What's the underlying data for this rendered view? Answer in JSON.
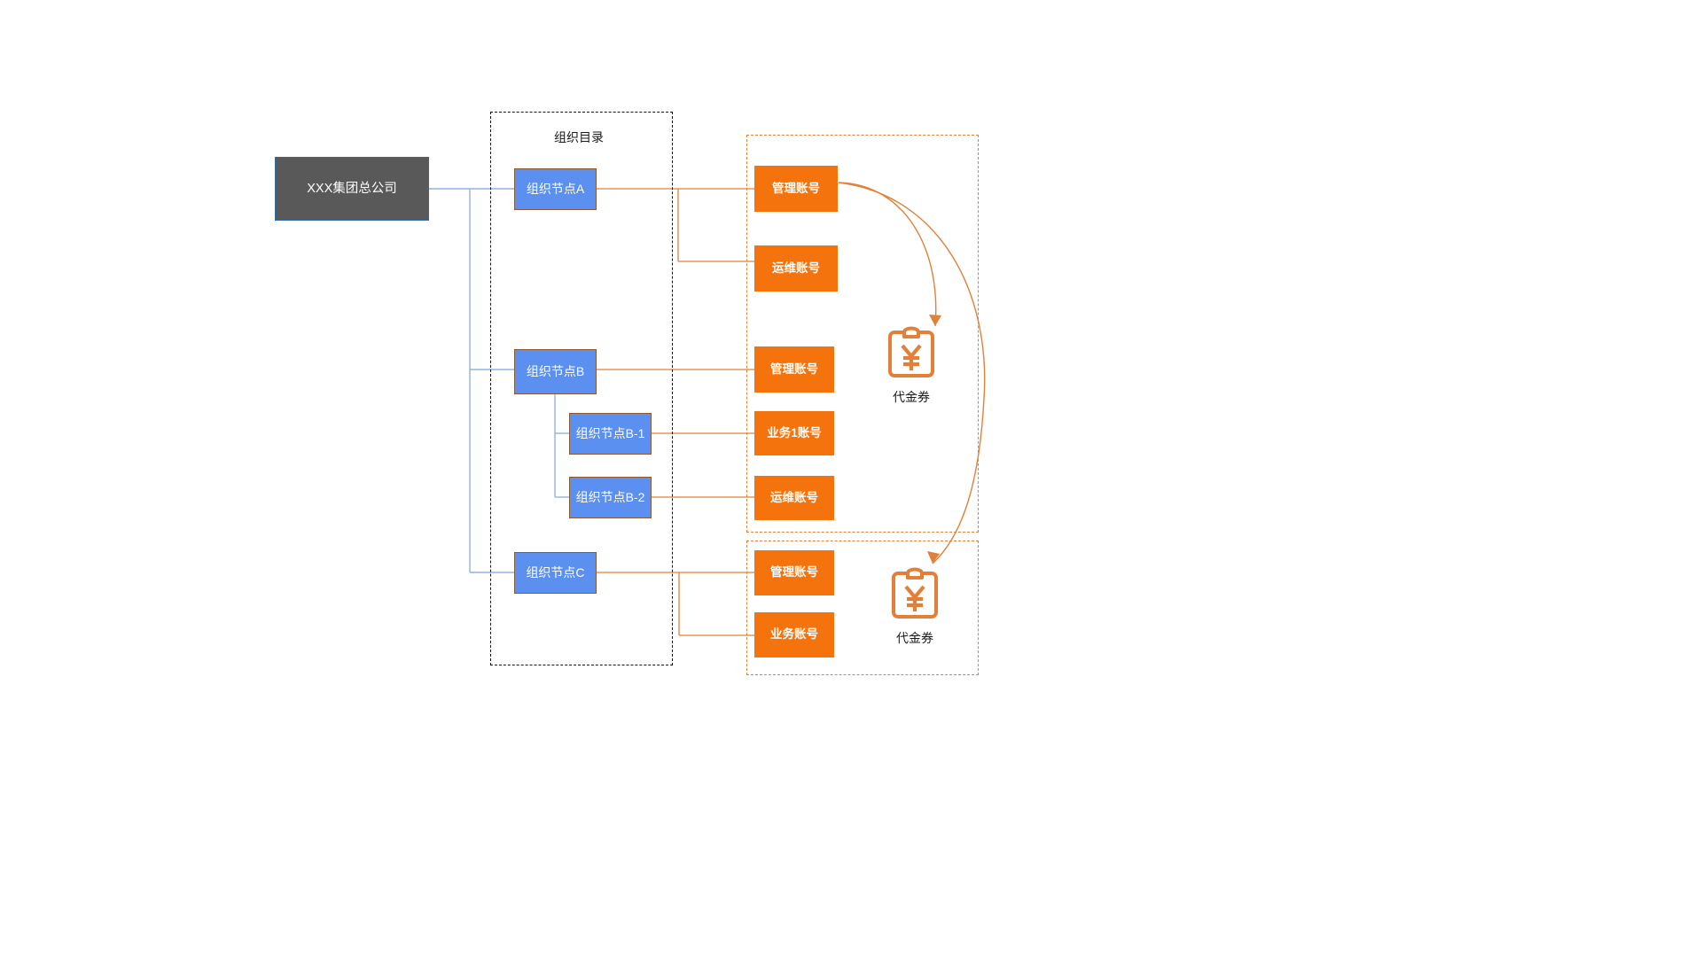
{
  "diagram": {
    "title_org_directory": "组织目录",
    "root": {
      "label": "XXX集团总公司",
      "fill": "#595959",
      "border": "#2e6ca4"
    },
    "org_nodes": [
      {
        "id": "A",
        "label": "组织节点A"
      },
      {
        "id": "B",
        "label": "组织节点B"
      },
      {
        "id": "B-1",
        "label": "组织节点B-1"
      },
      {
        "id": "B-2",
        "label": "组织节点B-2"
      },
      {
        "id": "C",
        "label": "组织节点C"
      }
    ],
    "account_groups": [
      {
        "group": "upper",
        "accounts": [
          {
            "label": "管理账号",
            "from": "A"
          },
          {
            "label": "运维账号",
            "from": "A"
          },
          {
            "label": "管理账号",
            "from": "B"
          },
          {
            "label": "业务1账号",
            "from": "B-1"
          },
          {
            "label": "运维账号",
            "from": "B-2"
          }
        ]
      },
      {
        "group": "lower",
        "accounts": [
          {
            "label": "管理账号",
            "from": "C"
          },
          {
            "label": "业务账号",
            "from": "C"
          }
        ]
      }
    ],
    "vouchers": [
      {
        "label": "代金券",
        "group": "upper"
      },
      {
        "label": "代金券",
        "group": "lower"
      }
    ],
    "colors": {
      "org_node_fill": "#5b8ff0",
      "org_node_border": "#8a5b33",
      "account_fill": "#f4730c",
      "blue_connector": "#8fb3e0",
      "orange_connector": "#e2803a",
      "dashed_black": "#141414",
      "dashed_orange": "#e2803a"
    }
  }
}
